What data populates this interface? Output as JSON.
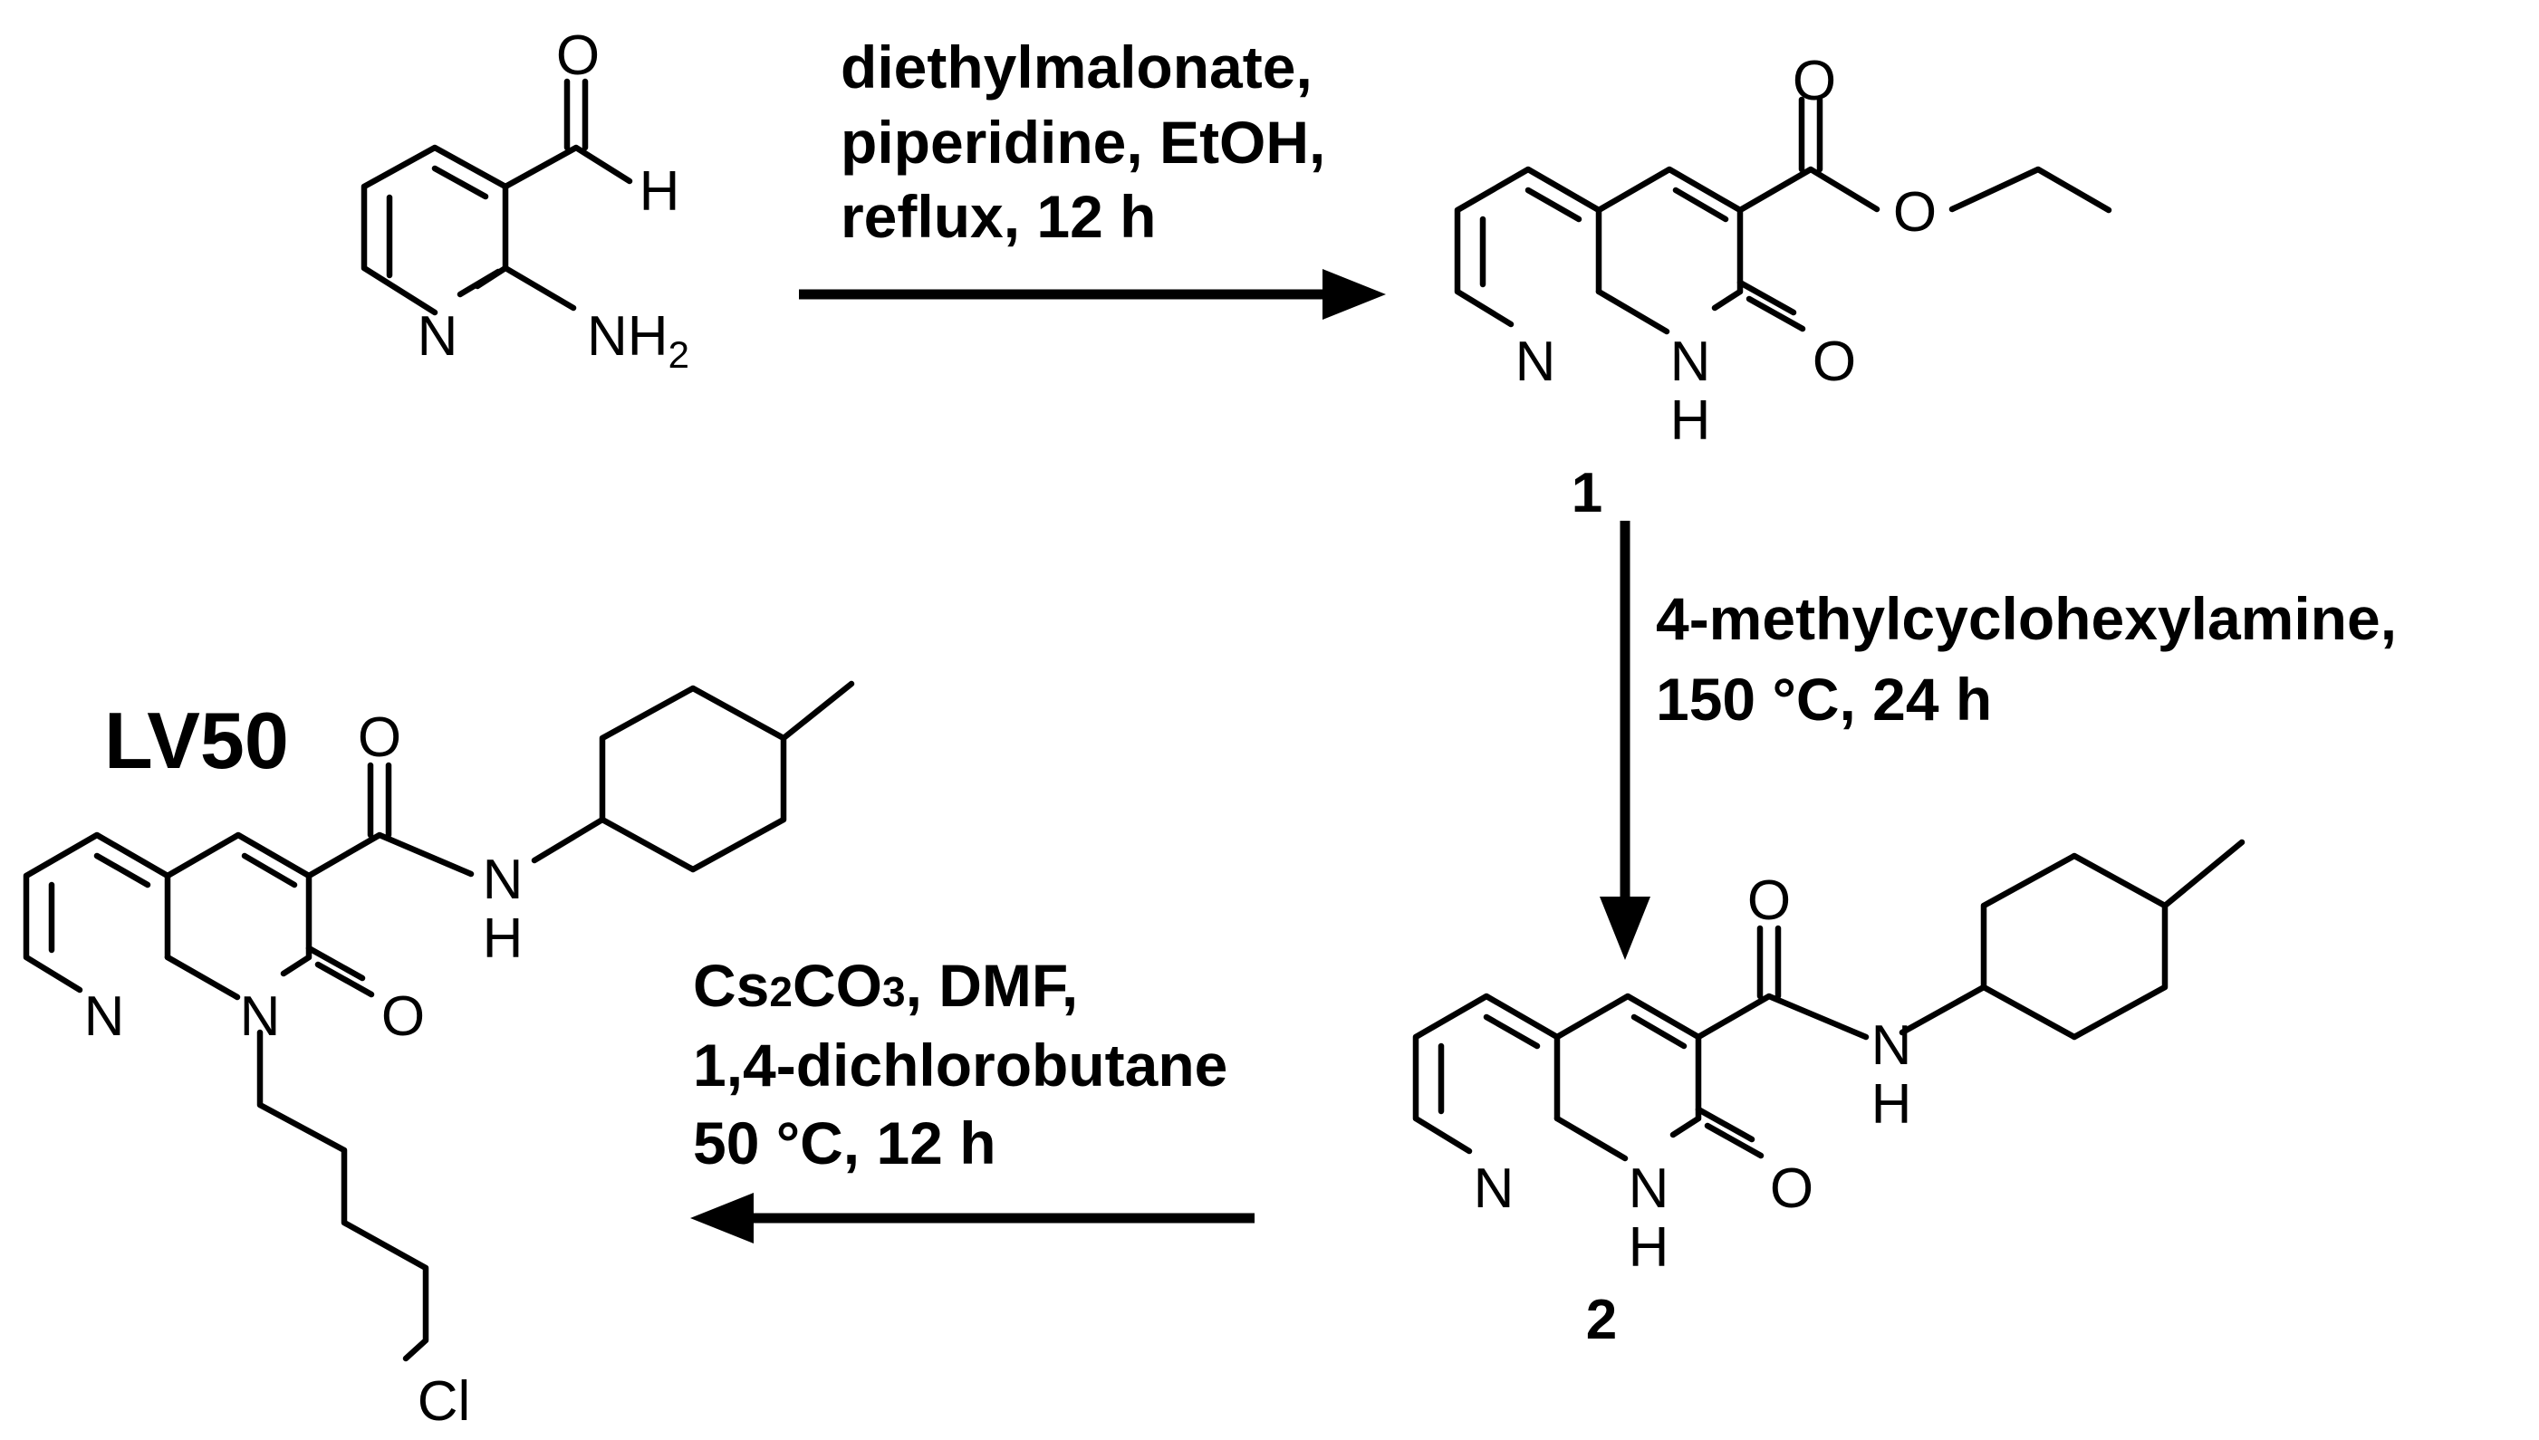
{
  "reaction_scheme": {
    "product_name": "LV50",
    "compound_labels": {
      "c1": "1",
      "c2": "2"
    },
    "step1": {
      "lines": [
        "diethylmalonate,",
        "piperidine, EtOH,",
        "reflux, 12 h"
      ]
    },
    "step2": {
      "lines": [
        "4-methylcyclohexylamine,",
        "150 °C, 24 h"
      ]
    },
    "step3": {
      "line1_a": "Cs",
      "line1_sub1": "2",
      "line1_b": "CO",
      "line1_sub2": "3",
      "line1_c": ", DMF,",
      "line2": "1,4-dichlorobutane",
      "line3": "50 °C, 12 h"
    },
    "atoms": {
      "O": "O",
      "H": "H",
      "N": "N",
      "NH2_main": "NH",
      "NH2_sub": "2",
      "Cl": "Cl"
    }
  }
}
